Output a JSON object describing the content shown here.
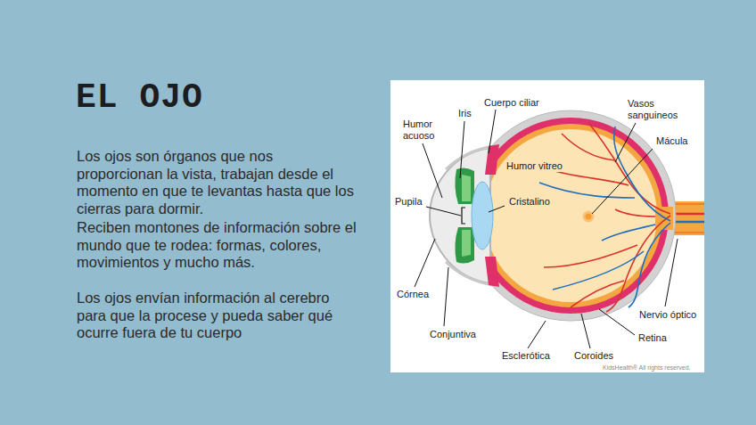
{
  "diagram": {
    "title": "EL OJO",
    "labels": [
      "Los ojos son órganos que nos proporcionan la vista, trabajan desde el momento en que te levantas hasta que los cierras para dormir.",
      "Reciben montones de información sobre el mundo que te rodea: formas, colores, movimientos y mucho más.",
      "Los ojos envían información al cerebro para que la procese y pueda saber qué ocurre fuera de tu cuerpo",
      "Humor acuoso",
      "Iris",
      "Cuerpo ciliar",
      "Vasos sanguineos",
      "Mácula",
      "Humor vitreo",
      "Cristalino",
      "Pupila",
      "Córnea",
      "Conjuntiva",
      "Esclerótica",
      "Coroides",
      "Retina",
      "Nervio óptico",
      "KidsHealth® All rights reserved."
    ]
  }
}
